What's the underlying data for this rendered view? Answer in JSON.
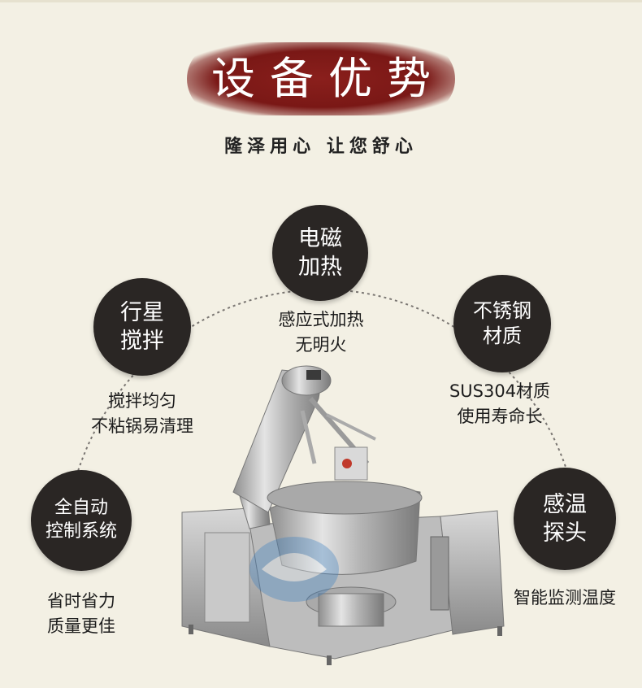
{
  "header": {
    "title": "设备优势",
    "subtitle": "隆泽用心  让您舒心"
  },
  "features": [
    {
      "name": "电磁加热",
      "line1": "电磁",
      "line2": "加热",
      "desc1": "感应式加热",
      "desc2": "无明火"
    },
    {
      "name": "行星搅拌",
      "line1": "行星",
      "line2": "搅拌",
      "desc1": "搅拌均匀",
      "desc2": "不粘锅易清理"
    },
    {
      "name": "不锈钢材质",
      "line1": "不锈钢",
      "line2": "材质",
      "desc1": "SUS304材质",
      "desc2": "使用寿命长"
    },
    {
      "name": "全自动控制系统",
      "line1": "全自动",
      "line2": "控制系统",
      "desc1": "省时省力",
      "desc2": "质量更佳"
    },
    {
      "name": "感温探头",
      "line1": "感温",
      "line2": "探头",
      "desc1": "智能监测温度",
      "desc2": ""
    }
  ],
  "colors": {
    "background": "#f3f0e4",
    "title_red": "#7a1816",
    "circle": "#2a2624"
  },
  "image": {
    "description_icon": "cooking-mixer-machine"
  }
}
